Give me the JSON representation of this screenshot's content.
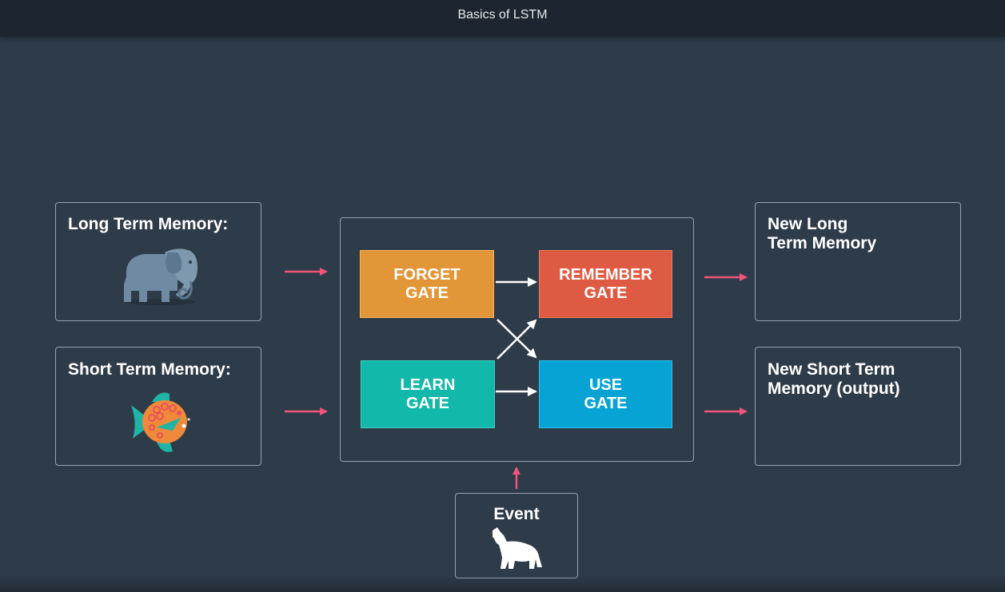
{
  "window": {
    "title": "Basics of LSTM"
  },
  "inputs": {
    "long_term_memory": {
      "label": "Long Term Memory:",
      "icon": "elephant-icon"
    },
    "short_term_memory": {
      "label": "Short Term Memory:",
      "icon": "fish-icon"
    },
    "event": {
      "label": "Event",
      "icon": "wolf-icon"
    }
  },
  "gates": {
    "forget": {
      "line1": "FORGET",
      "line2": "GATE",
      "color": "#e39637"
    },
    "remember": {
      "line1": "REMEMBER",
      "line2": "GATE",
      "color": "#df5a42"
    },
    "learn": {
      "line1": "LEARN",
      "line2": "GATE",
      "color": "#12b8a9"
    },
    "use": {
      "line1": "USE",
      "line2": "GATE",
      "color": "#06a3d4"
    }
  },
  "outputs": {
    "new_long_term_memory": {
      "line1": "New Long",
      "line2": "Term Memory"
    },
    "new_short_term_memory": {
      "line1": "New Short Term",
      "line2": "Memory (output)"
    }
  },
  "colors": {
    "background": "#2e3b49",
    "topbar": "#1c2530",
    "panel_border": "#95a3b0",
    "flow_arrow": "#f1567a",
    "gate_arrow": "#ffffff"
  }
}
